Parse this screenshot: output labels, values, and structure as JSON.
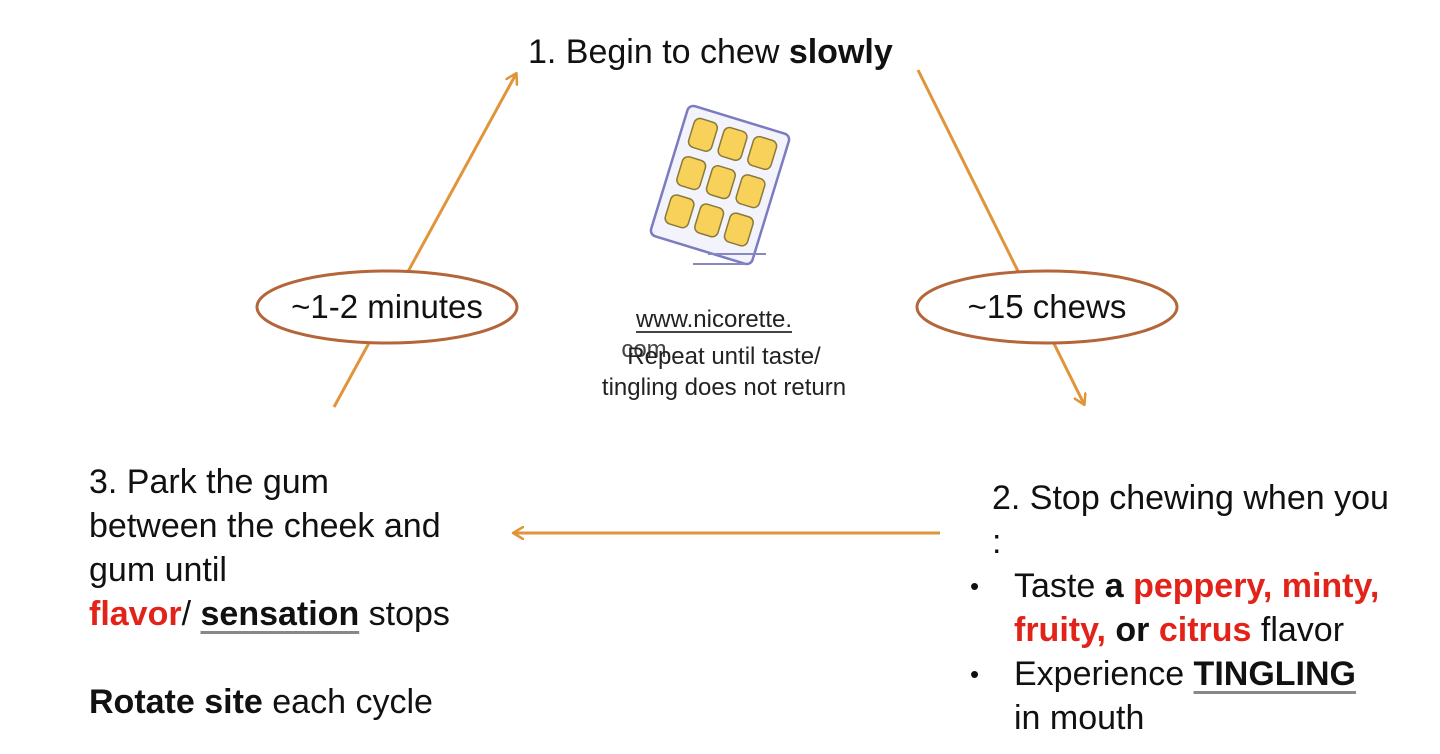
{
  "colors": {
    "arrow": "#e0953a",
    "oval": "#b5653a",
    "accent_red": "#e2231a",
    "gum_fill": "#f7d15a",
    "gum_outline": "#7b7bbf"
  },
  "step1": {
    "prefix": "1. Begin to chew ",
    "bold": "slowly"
  },
  "step2": {
    "heading_line1": "2. Stop chewing when you",
    "heading_line2": ":",
    "bullet1": {
      "w1": "Taste ",
      "w2": "a ",
      "w3": "peppery, minty,",
      "w4": "fruity,",
      "w5": " or ",
      "w6": "citrus",
      "w7": " flavor"
    },
    "bullet2": {
      "w1": "Experience ",
      "w2": "TINGLING",
      "w3": "in mouth"
    },
    "bullet_char": "•"
  },
  "step3": {
    "line1": "3. Park the gum",
    "line2": "between the cheek and",
    "line3": "gum until",
    "flavor": "flavor",
    "slash": "/ ",
    "sensation": "sensation",
    "stops": " stops",
    "rotate_bold": "Rotate site",
    "rotate_rest": " each cycle"
  },
  "ovals": {
    "left": "~1-2 minutes",
    "right": "~15 chews"
  },
  "center": {
    "source_line1": "www.nicorette.",
    "source_line2": "com",
    "repeat_line1": "Repeat until taste/",
    "repeat_line2": "tingling does not return"
  },
  "icons": {
    "gum": "nicotine-gum-blister-icon"
  }
}
